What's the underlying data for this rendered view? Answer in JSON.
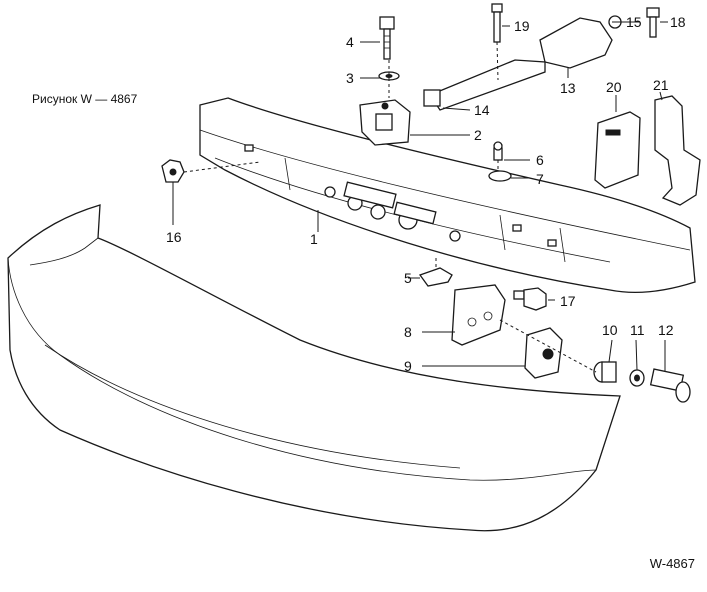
{
  "figure": {
    "caption": "Рисунок W — 4867",
    "code": "W-4867"
  },
  "callouts": {
    "c1": "1",
    "c2": "2",
    "c3": "3",
    "c4": "4",
    "c5": "5",
    "c6": "6",
    "c7": "7",
    "c8": "8",
    "c9": "9",
    "c10": "10",
    "c11": "11",
    "c12": "12",
    "c13": "13",
    "c14": "14",
    "c15": "15",
    "c16": "16",
    "c17": "17",
    "c18": "18",
    "c19": "19",
    "c20": "20",
    "c21": "21"
  },
  "colors": {
    "line": "#1a1a1a",
    "background": "#ffffff"
  }
}
